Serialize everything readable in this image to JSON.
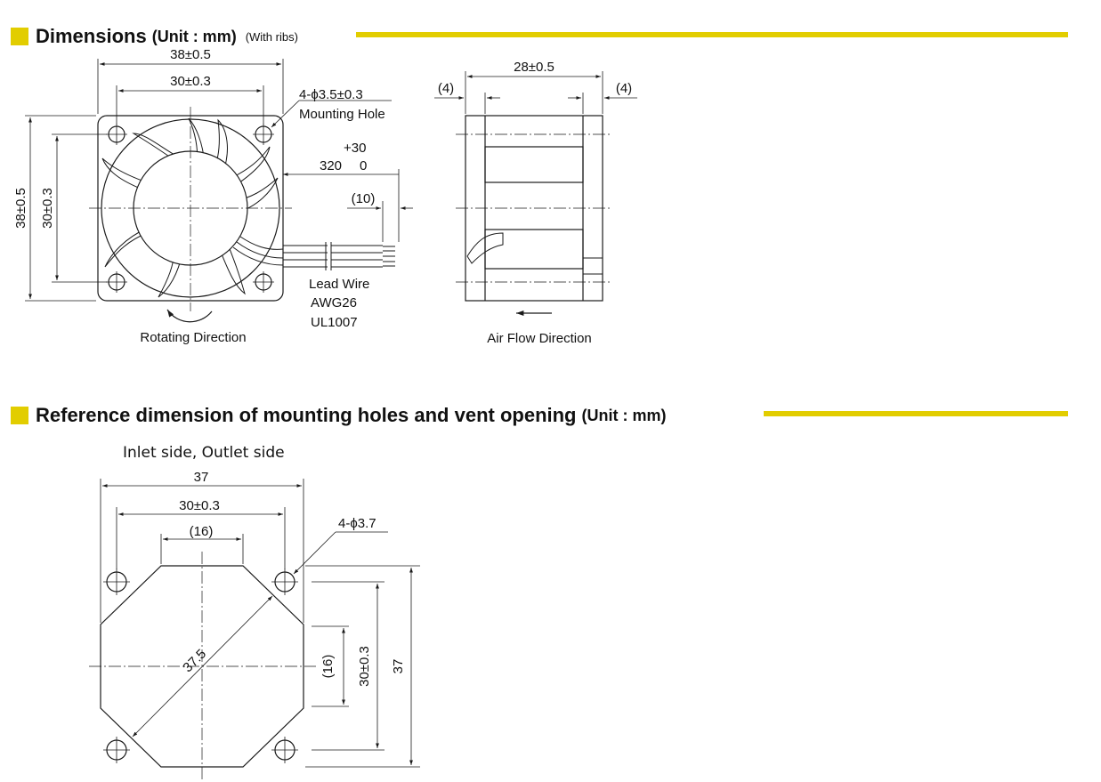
{
  "colors": {
    "accent": "#e2cd00",
    "line": "#1a1a1a"
  },
  "section1": {
    "title": "Dimensions",
    "unit": "(Unit : mm)",
    "note": "(With ribs)"
  },
  "section2": {
    "title": "Reference dimension of mounting holes and vent opening",
    "unit": "(Unit : mm)"
  },
  "front_view": {
    "width_outer": "38±0.5",
    "width_pitch": "30±0.3",
    "height_outer": "38±0.5",
    "height_pitch": "30±0.3",
    "hole_spec": "4-ϕ3.5±0.3",
    "hole_label": "Mounting Hole",
    "lead_tol_plus": "+30",
    "lead_length": "320",
    "lead_tol_minus": "0",
    "strip_length": "(10)",
    "lead_label_1": "Lead Wire",
    "lead_label_2": "AWG26",
    "lead_label_3": "UL1007",
    "rotation_label": "Rotating Direction"
  },
  "side_view": {
    "depth": "28±0.5",
    "rib_left": "(4)",
    "rib_right": "(4)",
    "airflow_label": "Air Flow Direction"
  },
  "ref_view": {
    "subtitle": "Inlet side, Outlet side",
    "width_outer": "37",
    "width_pitch": "30±0.3",
    "width_inner": "(16)",
    "hole_spec": "4-ϕ3.7",
    "diagonal": "37.5",
    "height_inner": "(16)",
    "height_pitch": "30±0.3",
    "height_outer": "37"
  }
}
